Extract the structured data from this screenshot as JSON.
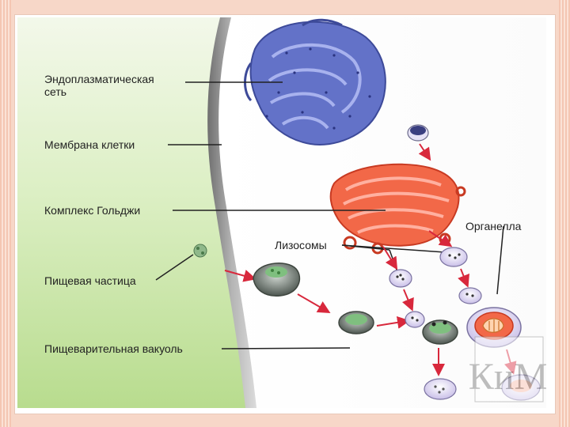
{
  "labels": {
    "er_line1": "Эндоплазматическая",
    "er_line2": "сеть",
    "membrane": "Мембрана клетки",
    "golgi": "Комплекс Гольджи",
    "food_particle": "Пищевая частица",
    "digestive_vacuole": "Пищеварительная вакуоль",
    "lysosomes": "Лизосомы",
    "organelle": "Органелла"
  },
  "watermark": "КиМ",
  "colors": {
    "background_green": "#bfe09a",
    "membrane_gray": "#8c8c8c",
    "er_blue": "#5f6fc4",
    "golgi_red": "#f05a3a",
    "arrow_red": "#d8283c",
    "vesicle_lilac": "#d8d0f0"
  }
}
